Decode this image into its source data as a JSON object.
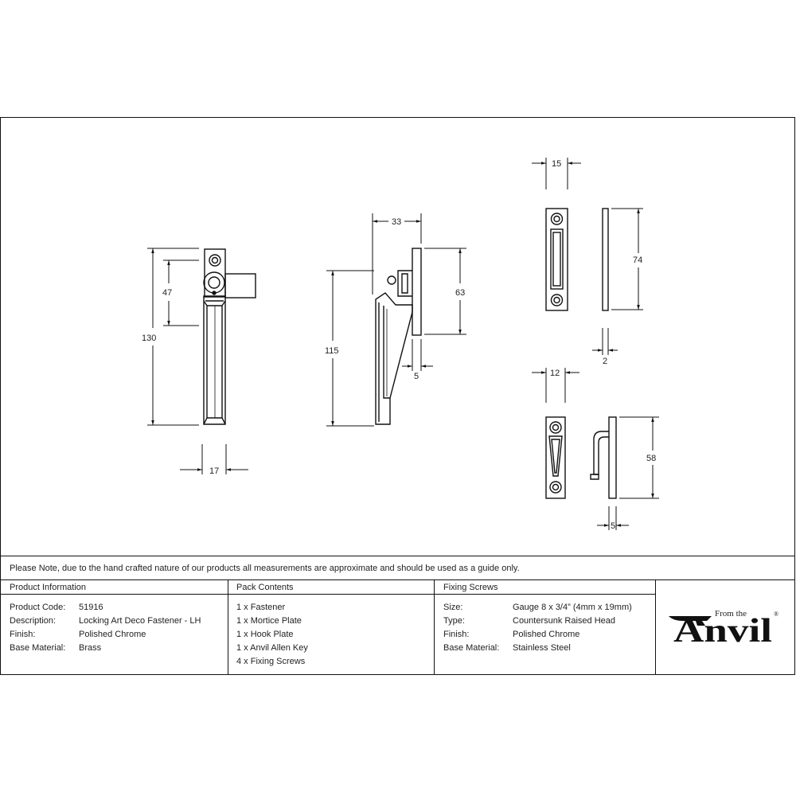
{
  "dimensions": {
    "fastener_height": "130",
    "fastener_upper": "47",
    "fastener_width": "17",
    "side_height": "115",
    "side_depth": "33",
    "side_plate": "63",
    "side_plate_thickness": "5",
    "mortice_width": "15",
    "mortice_height": "74",
    "mortice_thickness": "2",
    "hook_width": "12",
    "hook_height": "58",
    "hook_thickness": "5"
  },
  "note": "Please Note, due to the hand crafted nature of our products all measurements are approximate and should be used as a guide only.",
  "product_info": {
    "title": "Product Information",
    "rows": [
      {
        "label": "Product Code:",
        "value": "51916"
      },
      {
        "label": "Description:",
        "value": "Locking Art Deco Fastener - LH"
      },
      {
        "label": "Finish:",
        "value": "Polished Chrome"
      },
      {
        "label": "Base Material:",
        "value": "Brass"
      }
    ]
  },
  "pack_contents": {
    "title": "Pack Contents",
    "items": [
      "1 x Fastener",
      "1 x Mortice Plate",
      "1 x Hook Plate",
      "1 x Anvil Allen Key",
      "4 x Fixing Screws"
    ]
  },
  "fixing_screws": {
    "title": "Fixing Screws",
    "rows": [
      {
        "label": "Size:",
        "value": "Gauge 8 x 3/4” (4mm x 19mm)"
      },
      {
        "label": "Type:",
        "value": "Countersunk Raised Head"
      },
      {
        "label": "Finish:",
        "value": "Polished Chrome"
      },
      {
        "label": "Base Material:",
        "value": "Stainless Steel"
      }
    ]
  },
  "logo": {
    "small_text": "From the",
    "brand": "Anvil",
    "mark": "®"
  }
}
